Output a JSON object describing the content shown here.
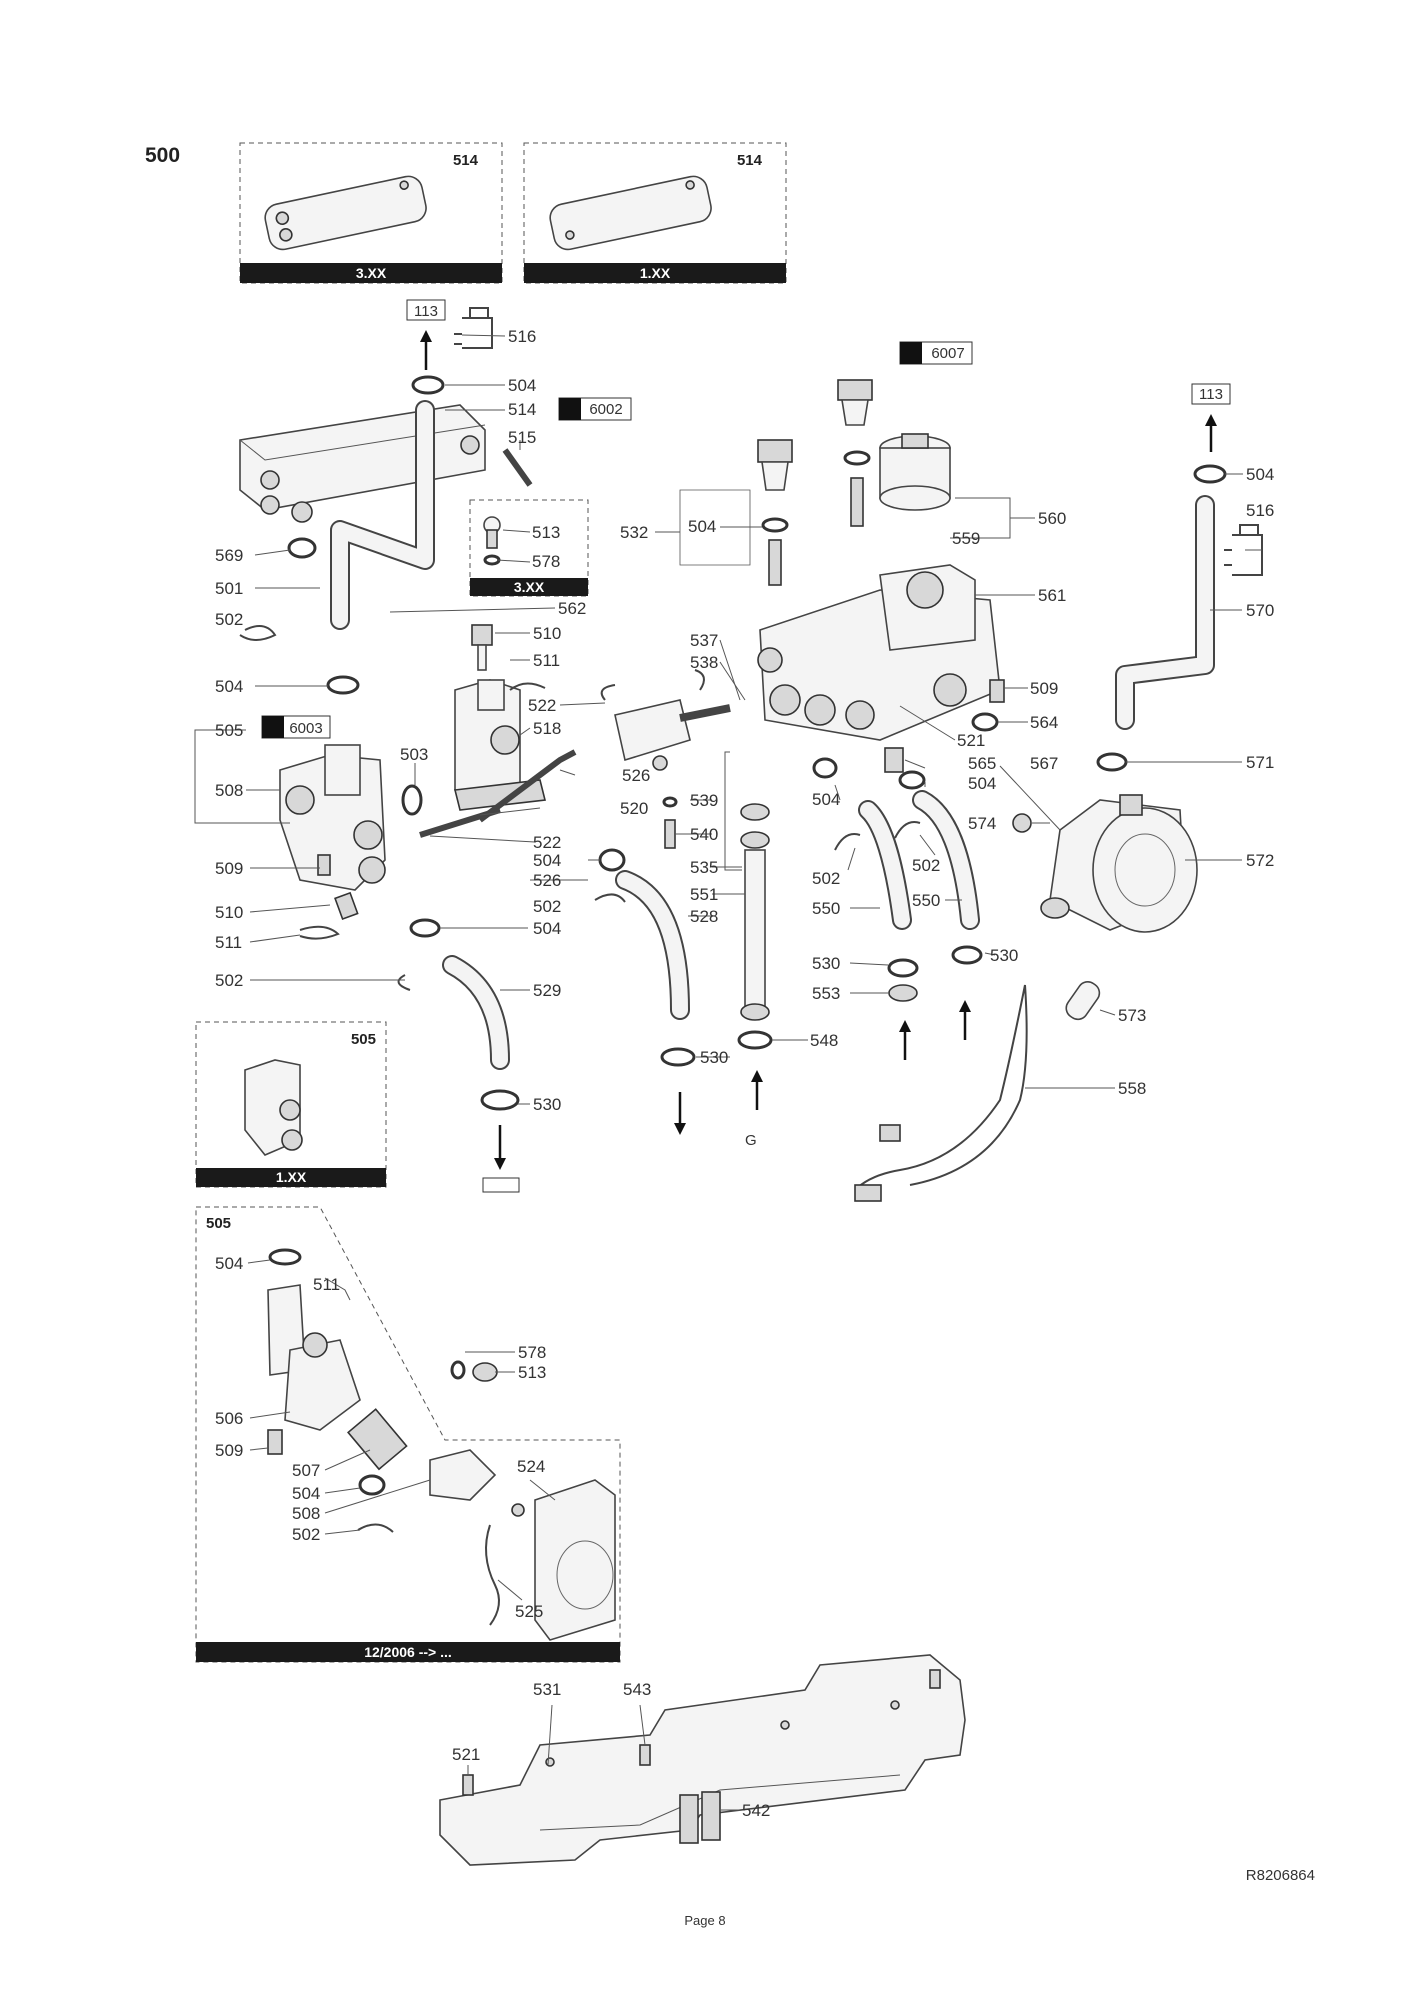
{
  "section_number": "500",
  "diagram_ref": "R8206864",
  "page_label": "Page 8",
  "inset_boxes": {
    "top_left": {
      "part": "514",
      "bar": "3.XX"
    },
    "top_right": {
      "part": "514",
      "bar": "1.XX"
    },
    "small_inset": {
      "bar": "3.XX",
      "parts": [
        "513",
        "578"
      ]
    },
    "valve_1xx": {
      "part": "505",
      "bar": "1.XX"
    },
    "valve_2006": {
      "part": "505",
      "bar": "12/2006 --> ..."
    }
  },
  "callouts": {
    "flow_ref_left": "113",
    "flow_ref_right": "113",
    "tool_6002": "6002",
    "tool_6003": "6003",
    "tool_6007": "6007"
  },
  "labels": [
    {
      "id": "l516a",
      "text": "516"
    },
    {
      "id": "l504a",
      "text": "504"
    },
    {
      "id": "l514",
      "text": "514"
    },
    {
      "id": "l515",
      "text": "515"
    },
    {
      "id": "l513a",
      "text": "513"
    },
    {
      "id": "l578a",
      "text": "578"
    },
    {
      "id": "l569",
      "text": "569"
    },
    {
      "id": "l501",
      "text": "501"
    },
    {
      "id": "l562",
      "text": "562"
    },
    {
      "id": "l502a",
      "text": "502"
    },
    {
      "id": "l510a",
      "text": "510"
    },
    {
      "id": "l511a",
      "text": "511"
    },
    {
      "id": "l504b",
      "text": "504"
    },
    {
      "id": "l522a",
      "text": "522"
    },
    {
      "id": "l518",
      "text": "518"
    },
    {
      "id": "l505",
      "text": "505"
    },
    {
      "id": "l503",
      "text": "503"
    },
    {
      "id": "l526a",
      "text": "526"
    },
    {
      "id": "l508",
      "text": "508"
    },
    {
      "id": "l520",
      "text": "520"
    },
    {
      "id": "l522b",
      "text": "522"
    },
    {
      "id": "l509a",
      "text": "509"
    },
    {
      "id": "l504c",
      "text": "504"
    },
    {
      "id": "l526b",
      "text": "526"
    },
    {
      "id": "l502b",
      "text": "502"
    },
    {
      "id": "l510b",
      "text": "510"
    },
    {
      "id": "l504d",
      "text": "504"
    },
    {
      "id": "l511b",
      "text": "511"
    },
    {
      "id": "l502c",
      "text": "502"
    },
    {
      "id": "l529",
      "text": "529"
    },
    {
      "id": "l530a",
      "text": "530"
    },
    {
      "id": "l532",
      "text": "532"
    },
    {
      "id": "l504e",
      "text": "504"
    },
    {
      "id": "l537",
      "text": "537"
    },
    {
      "id": "l538",
      "text": "538"
    },
    {
      "id": "l539",
      "text": "539"
    },
    {
      "id": "l540",
      "text": "540"
    },
    {
      "id": "l535",
      "text": "535"
    },
    {
      "id": "l551",
      "text": "551"
    },
    {
      "id": "l528",
      "text": "528"
    },
    {
      "id": "l530b",
      "text": "530"
    },
    {
      "id": "l548",
      "text": "548"
    },
    {
      "id": "l560",
      "text": "560"
    },
    {
      "id": "l559",
      "text": "559"
    },
    {
      "id": "l561",
      "text": "561"
    },
    {
      "id": "l509b",
      "text": "509"
    },
    {
      "id": "l564",
      "text": "564"
    },
    {
      "id": "l521a",
      "text": "521"
    },
    {
      "id": "l565",
      "text": "565"
    },
    {
      "id": "l567",
      "text": "567"
    },
    {
      "id": "l504f",
      "text": "504"
    },
    {
      "id": "l504g",
      "text": "504"
    },
    {
      "id": "l574",
      "text": "574"
    },
    {
      "id": "l502d",
      "text": "502"
    },
    {
      "id": "l502e",
      "text": "502"
    },
    {
      "id": "l550a",
      "text": "550"
    },
    {
      "id": "l550b",
      "text": "550"
    },
    {
      "id": "l530c",
      "text": "530"
    },
    {
      "id": "l530d",
      "text": "530"
    },
    {
      "id": "l553",
      "text": "553"
    },
    {
      "id": "l504h",
      "text": "504"
    },
    {
      "id": "l516b",
      "text": "516"
    },
    {
      "id": "l570",
      "text": "570"
    },
    {
      "id": "l571",
      "text": "571"
    },
    {
      "id": "l572",
      "text": "572"
    },
    {
      "id": "l573",
      "text": "573"
    },
    {
      "id": "l558",
      "text": "558"
    },
    {
      "id": "l504i",
      "text": "504"
    },
    {
      "id": "l511c",
      "text": "511"
    },
    {
      "id": "l578b",
      "text": "578"
    },
    {
      "id": "l513b",
      "text": "513"
    },
    {
      "id": "l506",
      "text": "506"
    },
    {
      "id": "l509c",
      "text": "509"
    },
    {
      "id": "l507",
      "text": "507"
    },
    {
      "id": "l504j",
      "text": "504"
    },
    {
      "id": "l508b",
      "text": "508"
    },
    {
      "id": "l502f",
      "text": "502"
    },
    {
      "id": "l524",
      "text": "524"
    },
    {
      "id": "l525",
      "text": "525"
    },
    {
      "id": "l531",
      "text": "531"
    },
    {
      "id": "l543",
      "text": "543"
    },
    {
      "id": "l521b",
      "text": "521"
    },
    {
      "id": "l542",
      "text": "542"
    }
  ]
}
